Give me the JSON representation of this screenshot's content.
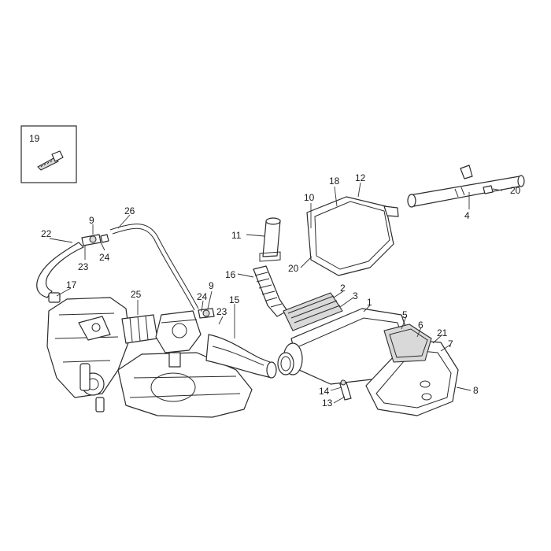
{
  "callouts": [
    {
      "id": "c1",
      "text": "1"
    },
    {
      "id": "c2",
      "text": "2"
    },
    {
      "id": "c3",
      "text": "3"
    },
    {
      "id": "c4",
      "text": "4"
    },
    {
      "id": "c5",
      "text": "5"
    },
    {
      "id": "c6",
      "text": "6"
    },
    {
      "id": "c7",
      "text": "7"
    },
    {
      "id": "c8",
      "text": "8"
    },
    {
      "id": "c9a",
      "text": "9"
    },
    {
      "id": "c9b",
      "text": "9"
    },
    {
      "id": "c10",
      "text": "10"
    },
    {
      "id": "c11",
      "text": "11"
    },
    {
      "id": "c12",
      "text": "12"
    },
    {
      "id": "c13",
      "text": "13"
    },
    {
      "id": "c14",
      "text": "14"
    },
    {
      "id": "c15",
      "text": "15"
    },
    {
      "id": "c16",
      "text": "16"
    },
    {
      "id": "c17",
      "text": "17"
    },
    {
      "id": "c18",
      "text": "18"
    },
    {
      "id": "c19",
      "text": "19"
    },
    {
      "id": "c20a",
      "text": "20"
    },
    {
      "id": "c20b",
      "text": "20"
    },
    {
      "id": "c21",
      "text": "21"
    },
    {
      "id": "c22",
      "text": "22"
    },
    {
      "id": "c23a",
      "text": "23"
    },
    {
      "id": "c23b",
      "text": "23"
    },
    {
      "id": "c24a",
      "text": "24"
    },
    {
      "id": "c24b",
      "text": "24"
    },
    {
      "id": "c25",
      "text": "25"
    },
    {
      "id": "c26",
      "text": "26"
    }
  ],
  "colors": {
    "line": "#2b2b2b",
    "shade": "#d9d9d9",
    "background": "#ffffff"
  }
}
